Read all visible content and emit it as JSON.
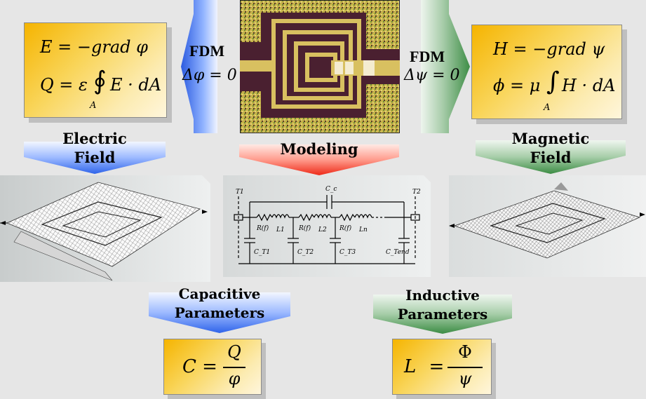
{
  "colors": {
    "background": "#e6e6e6",
    "electric_blue": "#3b6ee8",
    "modeling_red": "#f03a28",
    "magnetic_green": "#4e9a55",
    "formula_gold": "#f5b400"
  },
  "electric": {
    "formula_line1": "E = −grad φ",
    "formula_line2_left": "Q = ε",
    "formula_line2_right": "E · dA",
    "integral_sub": "A",
    "fdm_label": "FDM",
    "fdm_eq": "Δφ = 0",
    "banner_line1": "Electric",
    "banner_line2": "Field"
  },
  "magnetic": {
    "formula_line1": "H = −grad ψ",
    "formula_line2_left": "ϕ = μ",
    "formula_line2_right": "H · dA",
    "integral_sub": "A",
    "fdm_label": "FDM",
    "fdm_eq": "Δψ = 0",
    "banner_line1": "Magnetic",
    "banner_line2": "Field"
  },
  "modeling": {
    "banner": "Modeling",
    "circuit": {
      "port_left": "T1",
      "port_right": "T2",
      "coupling_cap": "C_c",
      "resistors": [
        "R(f)",
        "R(f)",
        "R(f)"
      ],
      "inductors": [
        "L1",
        "L2",
        "Ln"
      ],
      "shunt_caps": [
        "C_T1",
        "C_T2",
        "C_T3",
        "C_Tend"
      ]
    }
  },
  "capacitive": {
    "banner_line1": "Capacitive",
    "banner_line2": "Parameters",
    "lhs": "C =",
    "num": "Q",
    "den": "φ"
  },
  "inductive": {
    "banner_line1": "Inductive",
    "banner_line2": "Parameters",
    "lhs": "L =",
    "num": "Φ",
    "den": "ψ"
  }
}
